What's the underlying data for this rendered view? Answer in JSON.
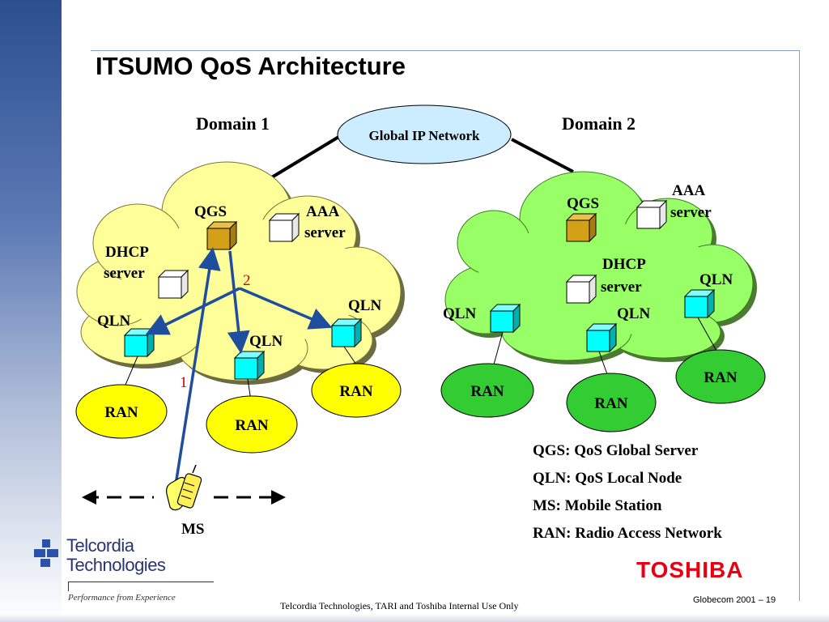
{
  "slide": {
    "title": "ITSUMO QoS Architecture",
    "footer_center": "Telcordia Technologies, TARI and Toshiba  Internal Use Only",
    "footer_right": "Globecom 2001 – 19"
  },
  "diagram": {
    "global_network": "Global IP Network",
    "domain1": {
      "label": "Domain 1",
      "qgs": "QGS",
      "aaa_line1": "AAA",
      "aaa_line2": "server",
      "dhcp_line1": "DHCP",
      "dhcp_line2": "server",
      "qln_left": "QLN",
      "qln_middle": "QLN",
      "qln_right": "QLN",
      "ran_left": "RAN",
      "ran_middle": "RAN",
      "ran_right": "RAN",
      "step1": "1",
      "step2": "2"
    },
    "domain2": {
      "label": "Domain 2",
      "qgs": "QGS",
      "aaa_line1": "AAA",
      "aaa_line2": "server",
      "dhcp_line1": "DHCP",
      "dhcp_line2": "server",
      "qln_left": "QLN",
      "qln_middle": "QLN",
      "qln_right": "QLN",
      "ran_left": "RAN",
      "ran_middle": "RAN",
      "ran_right": "RAN"
    },
    "mobile_station": "MS"
  },
  "legend": [
    "QGS: QoS Global Server",
    "QLN: QoS Local Node",
    "MS: Mobile Station",
    "RAN: Radio Access Network"
  ],
  "logos": {
    "telcordia_line1": "Telcordia",
    "telcordia_line2": "Technologies",
    "telcordia_tagline": "Performance from Experience",
    "toshiba": "TOSHIBA"
  },
  "colors": {
    "domain1_cloud": "#ffff99",
    "domain2_cloud": "#99ff66",
    "ran_domain1": "#ffff00",
    "ran_domain2": "#33cc33",
    "qln_node": "#00ffff",
    "qgs_node": "#d4a017",
    "global_network": "#ccecff",
    "arrow": "#1f4e9e",
    "step_number": "#cc0000",
    "toshiba_red": "#e60012"
  }
}
